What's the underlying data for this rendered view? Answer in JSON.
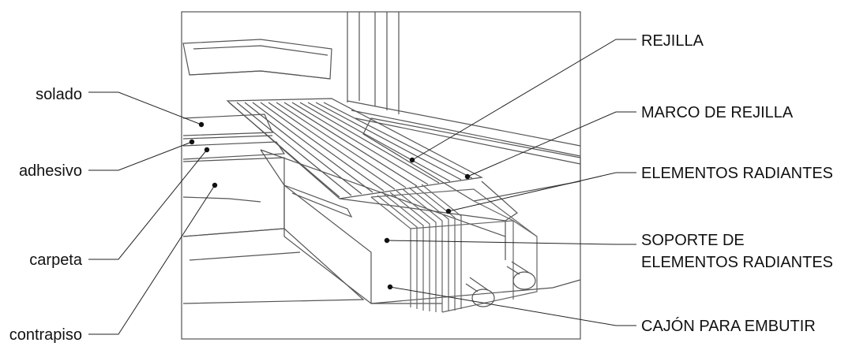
{
  "labels_left": {
    "solado": "solado",
    "adhesivo": "adhesivo",
    "carpeta": "carpeta",
    "contrapiso": "contrapiso"
  },
  "labels_right": {
    "rejilla": "REJILLA",
    "marco": "MARCO DE REJILLA",
    "elementos": "ELEMENTOS RADIANTES",
    "soporte_line1": "SOPORTE DE",
    "soporte_line2": "ELEMENTOS RADIANTES",
    "cajon": "CAJÓN PARA EMBUTIR"
  },
  "colors": {
    "line": "#222222",
    "drawing": "#555555",
    "background": "#ffffff"
  }
}
